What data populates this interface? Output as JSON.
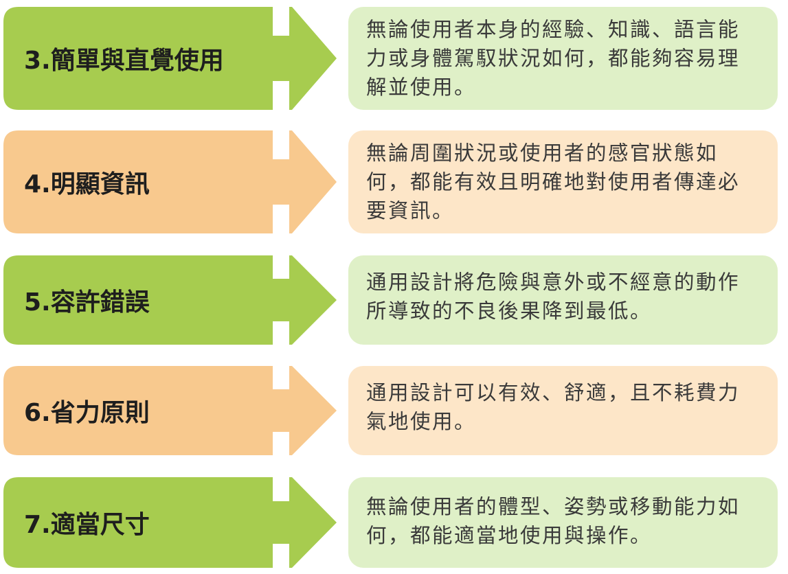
{
  "colors": {
    "green_arrow": "#a7cc4f",
    "orange_arrow": "#f8c98e",
    "green_box": "#dff0c7",
    "orange_box": "#fde6c8"
  },
  "principles": [
    {
      "label": "3.簡單與直覺使用",
      "color": "green",
      "description": "無論使用者本身的經驗、知識、語言能力或身體駕馭狀況如何，都能夠容易理解並使用。"
    },
    {
      "label": "4.明顯資訊",
      "color": "orange",
      "description": "無論周圍狀況或使用者的感官狀態如何，都能有效且明確地對使用者傳達必要資訊。"
    },
    {
      "label": "5.容許錯誤",
      "color": "green",
      "description": "通用設計將危險與意外或不經意的動作所導致的不良後果降到最低。"
    },
    {
      "label": "6.省力原則",
      "color": "orange",
      "description": "通用設計可以有效、舒適，且不耗費力氣地使用。"
    },
    {
      "label": "7.適當尺寸",
      "color": "green",
      "description": "無論使用者的體型、姿勢或移動能力如何，都能適當地使用與操作。"
    }
  ]
}
